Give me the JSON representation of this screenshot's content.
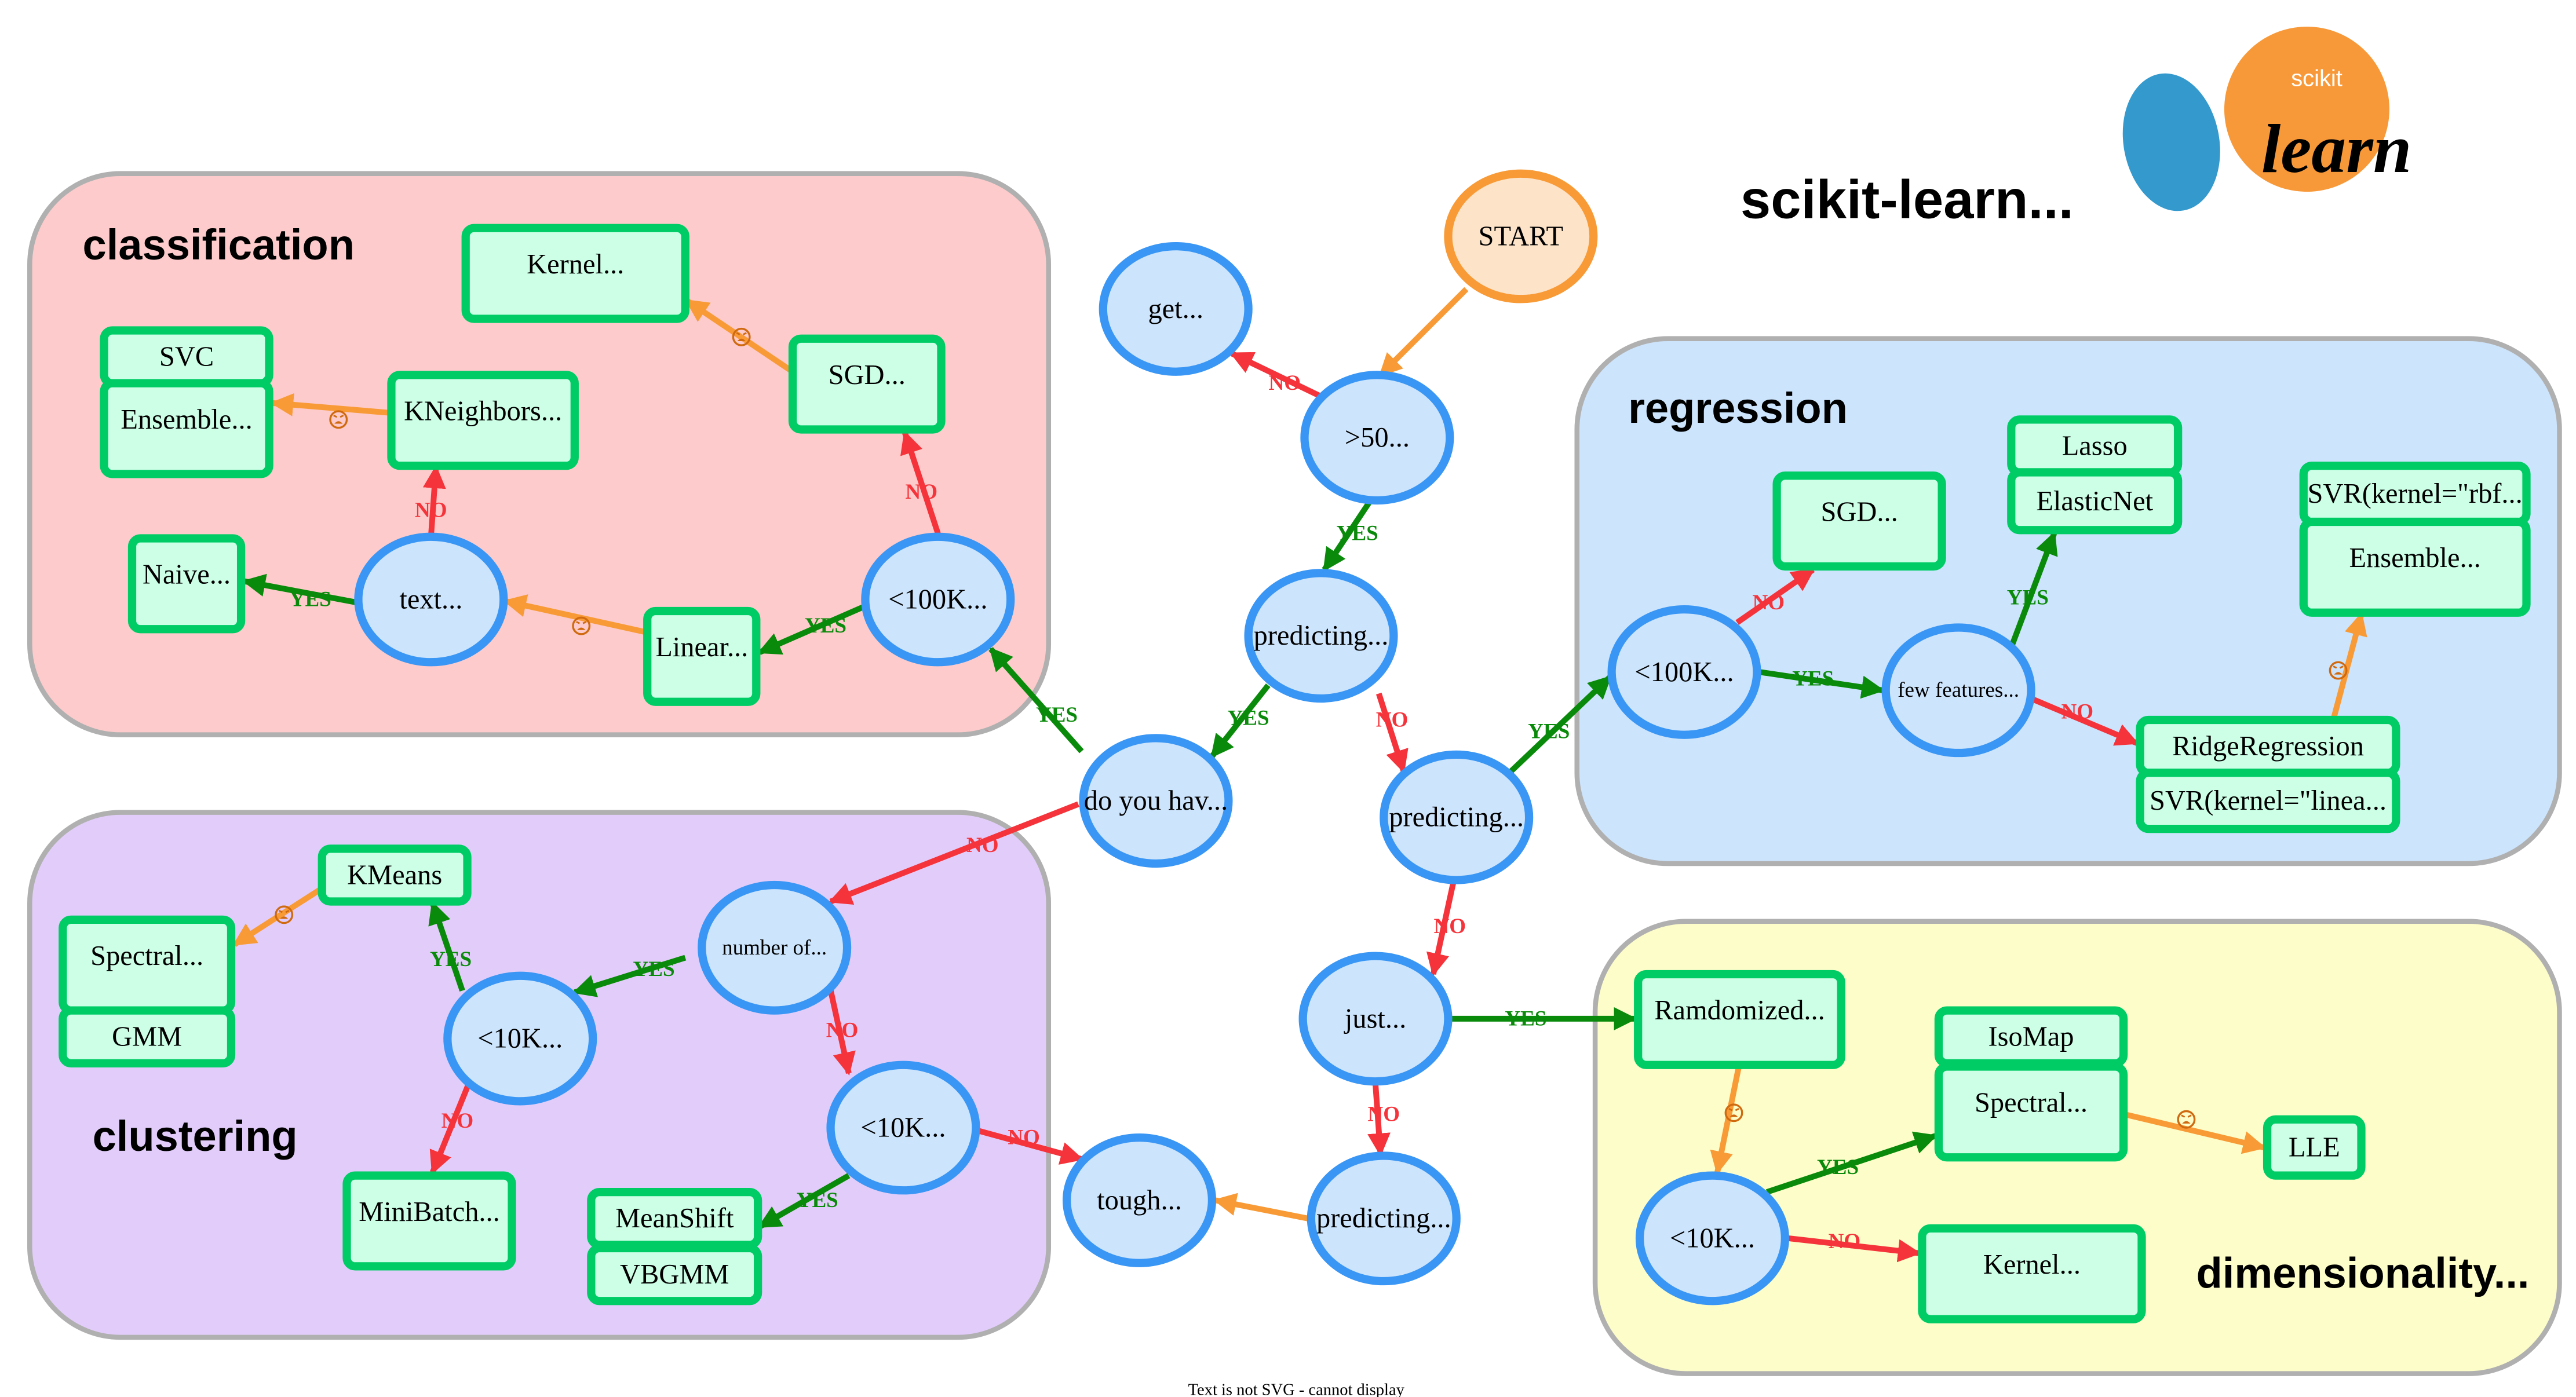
{
  "title": "scikit-learn...",
  "logo": {
    "small_text": "scikit",
    "big_text": "learn"
  },
  "footer": "Text is not SVG - cannot display",
  "colors": {
    "yes": "#0a8a0a",
    "no": "#f5333a",
    "fallback": "#f89a36",
    "node_stroke": "#3a96f4",
    "node_fill": "#cce4fc",
    "box_stroke": "#00cc66",
    "box_fill": "#ccffe6",
    "start_stroke": "#f89a36",
    "start_fill": "#fde3c8",
    "cluster_stroke": "#b0b0b0",
    "logo_blue": "#3499cd",
    "logo_orange": "#f89939"
  },
  "clusters": {
    "classification": {
      "title": "classification",
      "fill": "#fdcbcb"
    },
    "clustering": {
      "title": "clustering",
      "fill": "#e2cdfa"
    },
    "regression": {
      "title": "regression",
      "fill": "#cce4fc"
    },
    "dimensionality": {
      "title": "dimensionality...",
      "fill": "#fdfdc9"
    }
  },
  "nodes": {
    "start": {
      "label": "START"
    },
    "get_more": {
      "label": "get..."
    },
    "gt50": {
      "label": ">50..."
    },
    "predicting_cat": {
      "label": "predicting..."
    },
    "labeled": {
      "label": "do you hav..."
    },
    "predicting_qty": {
      "label": "predicting..."
    },
    "just_looking": {
      "label": "just..."
    },
    "predicting_struct": {
      "label": "predicting..."
    },
    "tough": {
      "label": "tough..."
    },
    "cls_lt100k": {
      "label": "<100K..."
    },
    "text_data": {
      "label": "text..."
    },
    "num_categories": {
      "label": "number of..."
    },
    "clu_lt10k_a": {
      "label": "<10K..."
    },
    "clu_lt10k_b": {
      "label": "<10K..."
    },
    "reg_lt100k": {
      "label": "<100K..."
    },
    "few_features": {
      "label": "few features..."
    },
    "dim_lt10k": {
      "label": "<10K..."
    },
    "cls_kernel": {
      "label": "Kernel..."
    },
    "cls_sgd": {
      "label": "SGD..."
    },
    "svc": {
      "label": "SVC"
    },
    "cls_ensemble": {
      "label": "Ensemble..."
    },
    "kneighbors": {
      "label": "KNeighbors..."
    },
    "naive": {
      "label": "Naive..."
    },
    "linear": {
      "label": "Linear..."
    },
    "kmeans": {
      "label": "KMeans"
    },
    "clu_spectral": {
      "label": "Spectral..."
    },
    "gmm": {
      "label": "GMM"
    },
    "minibatch": {
      "label": "MiniBatch..."
    },
    "meanshift": {
      "label": "MeanShift"
    },
    "vbgmm": {
      "label": "VBGMM"
    },
    "reg_sgd": {
      "label": "SGD..."
    },
    "lasso": {
      "label": "Lasso"
    },
    "elasticnet": {
      "label": "ElasticNet"
    },
    "svr_rbf": {
      "label": "SVR(kernel=\"rbf..."
    },
    "reg_ensemble": {
      "label": "Ensemble..."
    },
    "ridge": {
      "label": "RidgeRegression"
    },
    "svr_linear": {
      "label": "SVR(kernel=\"linea..."
    },
    "randomized": {
      "label": "Ramdomized..."
    },
    "isomap": {
      "label": "IsoMap"
    },
    "dim_spectral": {
      "label": "Spectral..."
    },
    "lle": {
      "label": "LLE"
    },
    "dim_kernel": {
      "label": "Kernel..."
    }
  },
  "edges": [
    {
      "from": "start",
      "to": "gt50",
      "type": "fallback",
      "label": ""
    },
    {
      "from": "gt50",
      "to": "get_more",
      "type": "no",
      "label": "NO"
    },
    {
      "from": "gt50",
      "to": "predicting_cat",
      "type": "yes",
      "label": "YES"
    },
    {
      "from": "predicting_cat",
      "to": "labeled",
      "type": "yes",
      "label": "YES"
    },
    {
      "from": "predicting_cat",
      "to": "predicting_qty",
      "type": "no",
      "label": "NO"
    },
    {
      "from": "labeled",
      "to": "cls_lt100k",
      "type": "yes",
      "label": "YES"
    },
    {
      "from": "labeled",
      "to": "num_categories",
      "type": "no",
      "label": "NO"
    },
    {
      "from": "predicting_qty",
      "to": "reg_lt100k",
      "type": "yes",
      "label": "YES"
    },
    {
      "from": "predicting_qty",
      "to": "just_looking",
      "type": "no",
      "label": "NO"
    },
    {
      "from": "just_looking",
      "to": "randomized",
      "type": "yes",
      "label": "YES"
    },
    {
      "from": "just_looking",
      "to": "predicting_struct",
      "type": "no",
      "label": "NO"
    },
    {
      "from": "predicting_struct",
      "to": "tough",
      "type": "fallback",
      "label": ""
    },
    {
      "from": "cls_lt100k",
      "to": "cls_sgd",
      "type": "no",
      "label": "NO"
    },
    {
      "from": "cls_lt100k",
      "to": "linear",
      "type": "yes",
      "label": "YES"
    },
    {
      "from": "linear",
      "to": "text_data",
      "type": "fallback",
      "label": "",
      "icon": "sad-face"
    },
    {
      "from": "text_data",
      "to": "kneighbors",
      "type": "no",
      "label": "NO"
    },
    {
      "from": "text_data",
      "to": "naive",
      "type": "yes",
      "label": "YES"
    },
    {
      "from": "kneighbors",
      "to": "cls_ensemble",
      "type": "fallback",
      "label": "",
      "icon": "sad-face"
    },
    {
      "from": "cls_sgd",
      "to": "cls_kernel",
      "type": "fallback",
      "label": "",
      "icon": "sad-face"
    },
    {
      "from": "num_categories",
      "to": "clu_lt10k_a",
      "type": "yes",
      "label": "YES"
    },
    {
      "from": "num_categories",
      "to": "clu_lt10k_b",
      "type": "no",
      "label": "NO"
    },
    {
      "from": "clu_lt10k_a",
      "to": "kmeans",
      "type": "yes",
      "label": "YES"
    },
    {
      "from": "clu_lt10k_a",
      "to": "minibatch",
      "type": "no",
      "label": "NO"
    },
    {
      "from": "kmeans",
      "to": "clu_spectral",
      "type": "fallback",
      "label": "",
      "icon": "sad-face"
    },
    {
      "from": "clu_lt10k_b",
      "to": "meanshift",
      "type": "yes",
      "label": "YES"
    },
    {
      "from": "clu_lt10k_b",
      "to": "tough",
      "type": "no",
      "label": "NO"
    },
    {
      "from": "reg_lt100k",
      "to": "reg_sgd",
      "type": "no",
      "label": "NO"
    },
    {
      "from": "reg_lt100k",
      "to": "few_features",
      "type": "yes",
      "label": "YES"
    },
    {
      "from": "few_features",
      "to": "elasticnet",
      "type": "yes",
      "label": "YES"
    },
    {
      "from": "few_features",
      "to": "ridge",
      "type": "no",
      "label": "NO"
    },
    {
      "from": "ridge",
      "to": "reg_ensemble",
      "type": "fallback",
      "label": "",
      "icon": "sad-face"
    },
    {
      "from": "randomized",
      "to": "dim_lt10k",
      "type": "fallback",
      "label": "",
      "icon": "sad-face"
    },
    {
      "from": "dim_lt10k",
      "to": "dim_spectral",
      "type": "yes",
      "label": "YES"
    },
    {
      "from": "dim_lt10k",
      "to": "dim_kernel",
      "type": "no",
      "label": "NO"
    },
    {
      "from": "dim_spectral",
      "to": "lle",
      "type": "fallback",
      "label": "",
      "icon": "sad-face"
    }
  ]
}
